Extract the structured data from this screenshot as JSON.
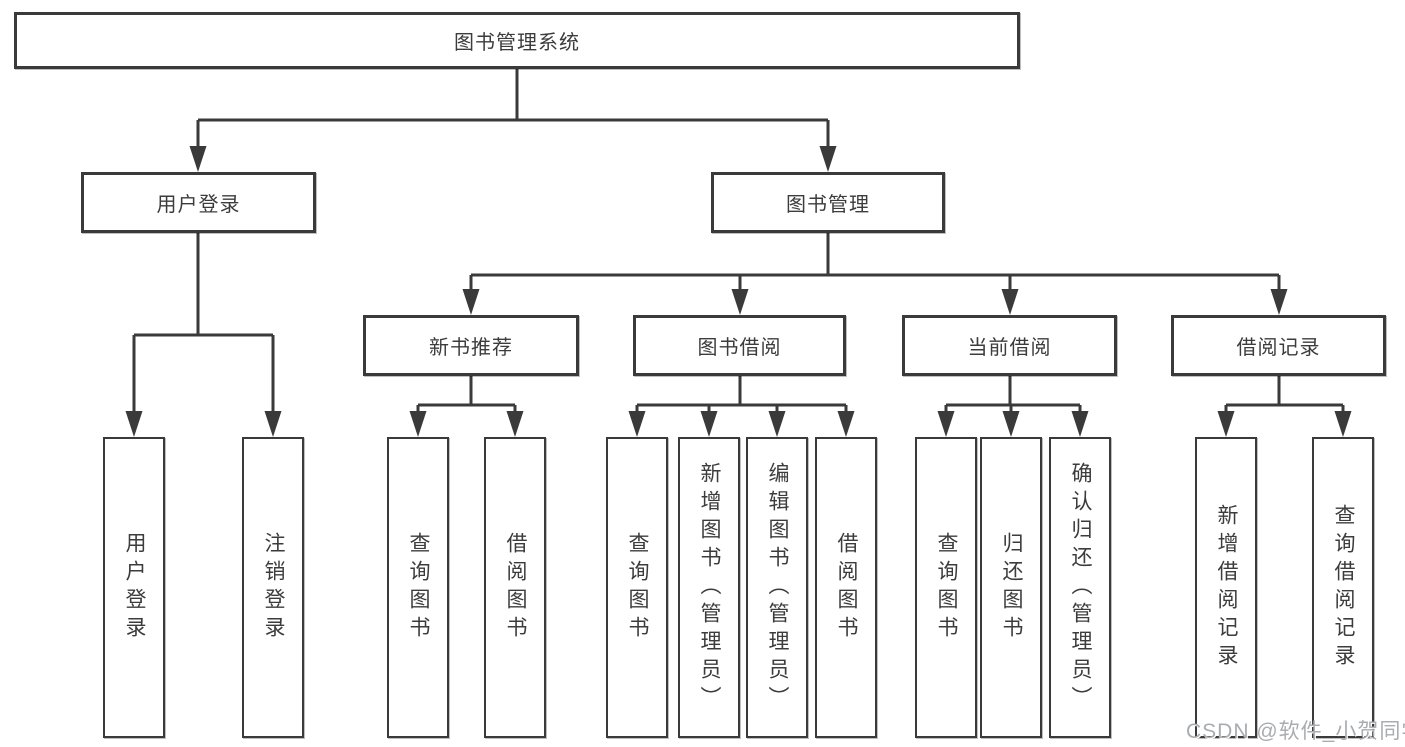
{
  "colors": {
    "line": "#3a3a3a",
    "box_border": "#3a3a3a",
    "text": "#3c3c3c",
    "watermark": "#a9acb0",
    "background": "#ffffff"
  },
  "root": {
    "label": "图书管理系统"
  },
  "level2": [
    {
      "label": "用户登录"
    },
    {
      "label": "图书管理"
    }
  ],
  "level3": [
    {
      "label": "新书推荐"
    },
    {
      "label": "图书借阅"
    },
    {
      "label": "当前借阅"
    },
    {
      "label": "借阅记录"
    }
  ],
  "leaves": {
    "user_login": [
      {
        "label": "用户登录"
      },
      {
        "label": "注销登录"
      }
    ],
    "new_book_recommend": [
      {
        "label": "查询图书"
      },
      {
        "label": "借阅图书"
      }
    ],
    "book_borrow": [
      {
        "label": "查询图书"
      },
      {
        "label": "新增图书（管理员）"
      },
      {
        "label": "编辑图书（管理员）"
      },
      {
        "label": "借阅图书"
      }
    ],
    "current_borrow": [
      {
        "label": "查询图书"
      },
      {
        "label": "归还图书"
      },
      {
        "label": "确认归还（管理员）"
      }
    ],
    "borrow_records": [
      {
        "label": "新增借阅记录"
      },
      {
        "label": "查询借阅记录"
      }
    ]
  },
  "watermark": "CSDN @软件_小贺同学"
}
